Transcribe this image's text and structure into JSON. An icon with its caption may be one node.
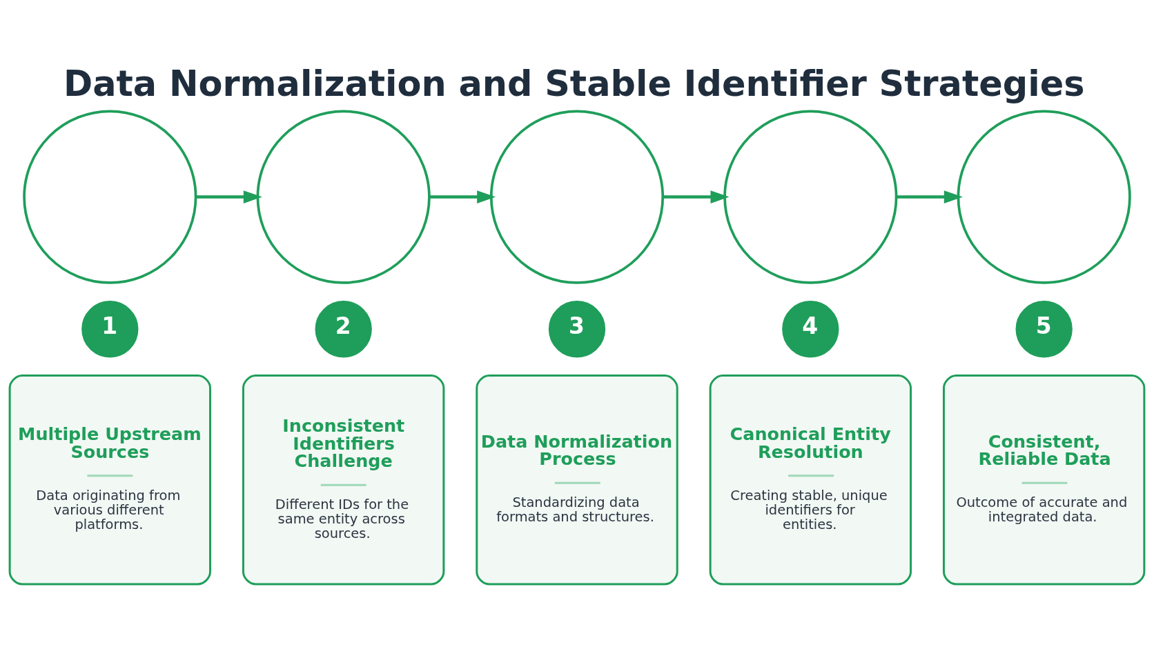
{
  "diagram": {
    "title": "Data Normalization and Stable Identifier Strategies",
    "nodes": [
      {
        "text": [],
        "shape": "circle"
      },
      {
        "text": [
          "1"
        ]
      },
      {
        "text": [
          "Multiple Upstream Sources",
          "Data originating from various different platforms."
        ]
      },
      {
        "text": [],
        "shape": "circle"
      },
      {
        "text": [
          "2"
        ]
      },
      {
        "text": [
          "Inconsistent Identifiers Challenge",
          "Different IDs for the same entity across sources."
        ]
      },
      {
        "text": [],
        "shape": "circle"
      },
      {
        "text": [
          "3"
        ]
      },
      {
        "text": [
          "Data Normalization Process",
          "Standardizing data formats and structures."
        ]
      },
      {
        "text": [],
        "shape": "circle"
      },
      {
        "text": [
          "4"
        ]
      },
      {
        "text": [
          "Canonical Entity Resolution",
          "Creating stable, unique identifiers for entities."
        ]
      },
      {
        "text": [],
        "shape": "circle"
      },
      {
        "text": [
          "5"
        ]
      },
      {
        "text": [
          "Consistent, Reliable Data",
          "Outcome of accurate and integrated data."
        ]
      }
    ],
    "edges": [
      {
        "from": 0,
        "to": 3,
        "arrow": "to"
      },
      {
        "from": 3,
        "to": 6,
        "arrow": "to"
      },
      {
        "from": 6,
        "to": 9,
        "arrow": "to"
      },
      {
        "from": 9,
        "to": 12,
        "arrow": "to"
      }
    ]
  }
}
